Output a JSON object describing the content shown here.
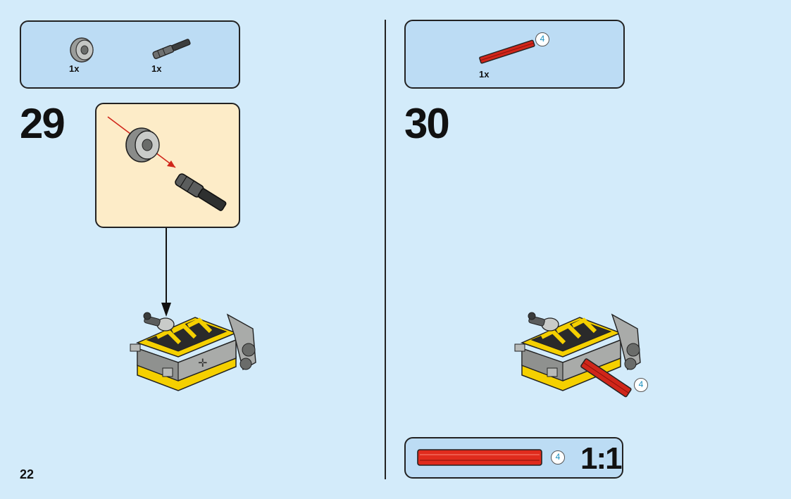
{
  "page": {
    "number": "22"
  },
  "step29": {
    "number": "29",
    "parts": [
      {
        "qty": "1x",
        "icon": "bush-wheel-icon"
      },
      {
        "qty": "1x",
        "icon": "axle-pin-icon"
      }
    ]
  },
  "step30": {
    "number": "30",
    "parts": [
      {
        "qty": "1x",
        "icon": "red-axle-icon",
        "length": "4"
      }
    ],
    "axle_length_callout": "4"
  },
  "scale_ruler": {
    "length": "4",
    "label": "1:1",
    "color": "#e02b1d"
  },
  "colors": {
    "background": "#d3ebfa",
    "parts_box": "#bcdcf4",
    "submodel_box": "#fdecc8",
    "red_axle": "#d0261a",
    "yellow": "#f5d000",
    "gray": "#a8aaa8"
  }
}
